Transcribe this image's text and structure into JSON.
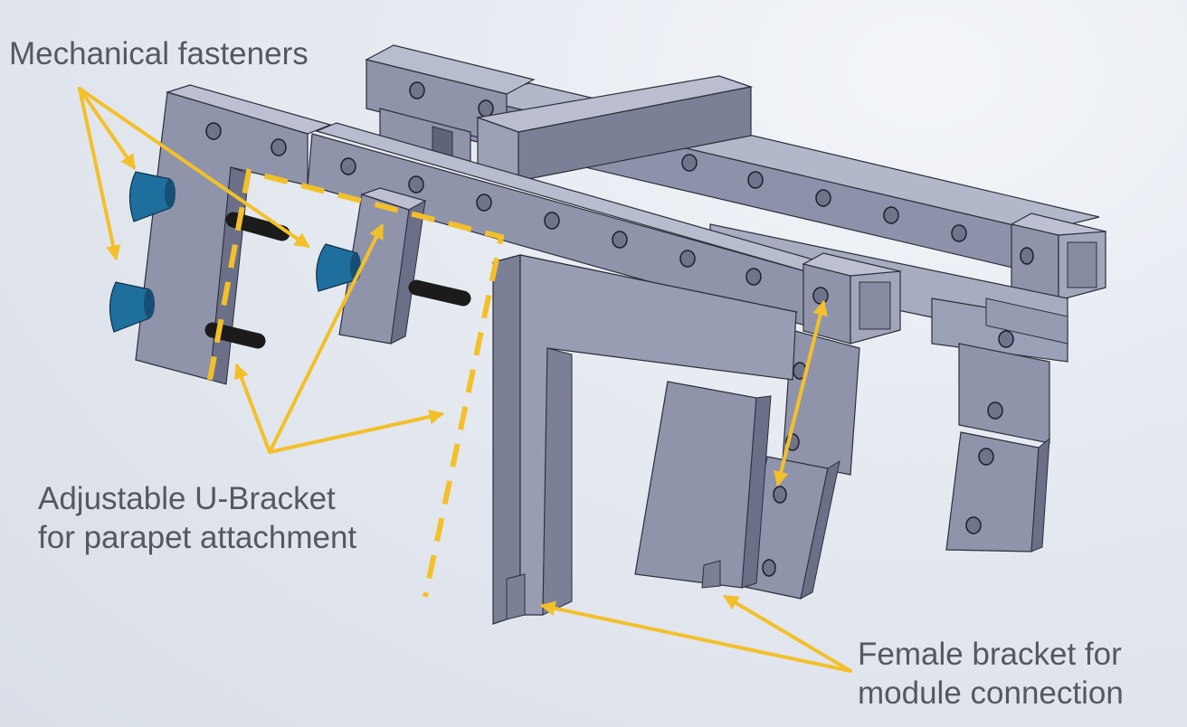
{
  "labels": {
    "mechanical_fasteners": "Mechanical fasteners",
    "u_bracket_line1": "Adjustable U-Bracket",
    "u_bracket_line2": "for parapet attachment",
    "female_bracket_line1": "Female bracket for",
    "female_bracket_line2": "module connection"
  },
  "colors": {
    "annotation": "#f3c02a",
    "steel_top": "#b2b6c9",
    "steel_front": "#8f94ab",
    "steel_side": "#6b7088",
    "fastener_cone": "#1f6f9e",
    "bolt": "#1b1b1b",
    "label_text": "#55595e"
  }
}
